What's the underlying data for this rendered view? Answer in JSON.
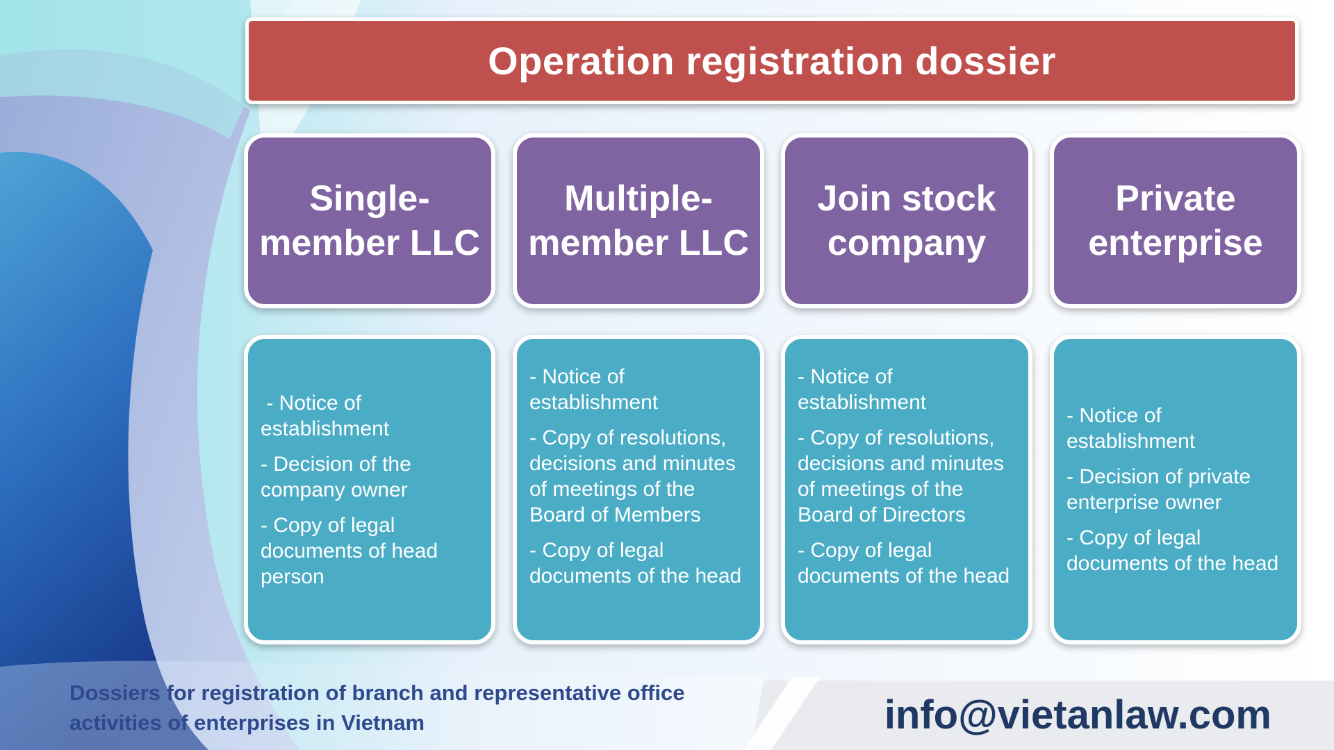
{
  "title": "Operation registration dossier",
  "columns": [
    {
      "heading": "Single-member LLC",
      "items": [
        " - Notice of establishment",
        "- Decision of the company owner",
        "- Copy of legal documents of head person"
      ]
    },
    {
      "heading": "Multiple-member LLC",
      "items": [
        "- Notice of establishment",
        "- Copy of resolutions, decisions and minutes of meetings of the Board of Members",
        "- Copy of legal documents of the head"
      ]
    },
    {
      "heading": "Join stock company",
      "items": [
        "- Notice of establishment",
        "- Copy of resolutions, decisions and minutes of meetings of the Board of Directors",
        "- Copy of legal documents of the head"
      ]
    },
    {
      "heading": "Private enterprise",
      "items": [
        "- Notice of establishment",
        "- Decision of private enterprise owner",
        "- Copy of legal documents of the head"
      ]
    }
  ],
  "footer": {
    "caption": "Dossiers for registration of branch and representative office activities of enterprises in Vietnam",
    "email": "info@vietanlaw.com"
  },
  "colors": {
    "title_bar": "#c0504d",
    "heading_card": "#8064a2",
    "content_card": "#4bacc6",
    "caption_text": "#2e4a8c",
    "email_text": "#1f3864"
  }
}
